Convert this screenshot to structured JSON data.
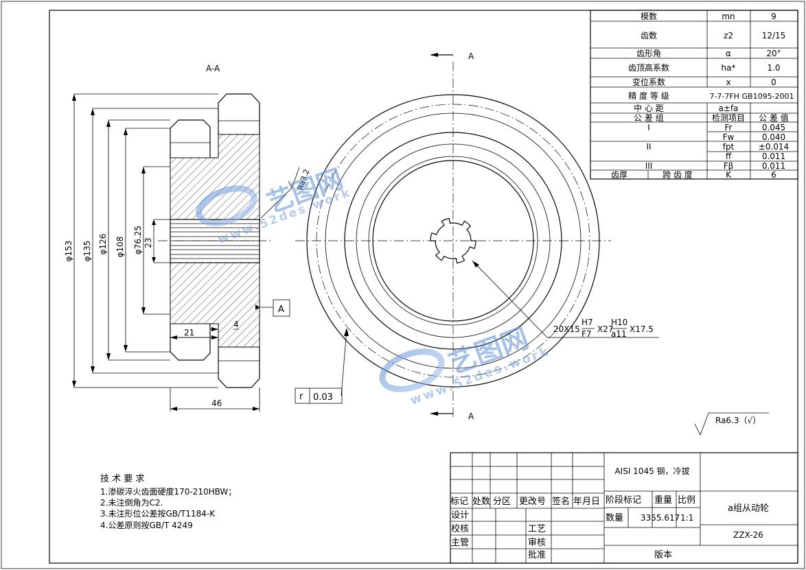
{
  "section_label": "A-A",
  "cut_marks": {
    "top": "A",
    "bottom": "A"
  },
  "datum_label": "A",
  "roughness_note": "Ra3.2",
  "general_roughness": "Ra6.3（√）",
  "runout_tolerance": {
    "symbol": "r",
    "value": "0.03"
  },
  "spline_spec": {
    "main": "20X15",
    "fit1_top": "H7",
    "fit1_bottom": "F7",
    "mid": "X27",
    "fit2_top": "H10",
    "fit2_bottom": "a11",
    "end": "X17.5"
  },
  "dimensions": {
    "d153": "φ153",
    "d135": "φ135",
    "d126": "φ126",
    "d108": "φ108",
    "d7625": "φ76.25",
    "d23": "23",
    "w46": "46",
    "w21": "21",
    "w4": "4"
  },
  "gear_table": [
    {
      "name": "模数",
      "symbol": "mn",
      "value": "9"
    },
    {
      "name": "齿数",
      "symbol": "z2",
      "value": "12/15"
    },
    {
      "name": "齿形角",
      "symbol": "α",
      "value": "20°"
    },
    {
      "name": "齿顶高系数",
      "symbol": "ha*",
      "value": "1.0"
    },
    {
      "name": "变位系数",
      "symbol": "x",
      "value": "0"
    }
  ],
  "precision": {
    "label": "精 度 等 级",
    "value": "7-7-7FH GB1095-2001"
  },
  "center_distance": {
    "label": "中  心  距",
    "symbol": "a±fa"
  },
  "tolerance_header": {
    "group": "公  差  组",
    "item": "检测项目",
    "value": "公 差 值"
  },
  "tolerance_rows": [
    {
      "group": "I",
      "item": "Fr",
      "value": "0.045"
    },
    {
      "group": "",
      "item": "Fw",
      "value": "0.040"
    },
    {
      "group": "II",
      "item": "fpt",
      "value": "±0.014"
    },
    {
      "group": "",
      "item": "ff",
      "value": "0.011"
    },
    {
      "group": "III",
      "item": "Fβ",
      "value": "0.011"
    }
  ],
  "span_row": {
    "a": "齿厚",
    "b": "跨  齿  度",
    "symbol": "K",
    "value": "6"
  },
  "tech_req": {
    "title": "技 术 要 求",
    "items": [
      "1.渗碳淬火齿面硬度170-210HBW；",
      "2.未注倒角为C2.",
      "3.未注形位公差按GB/T1184-K",
      "4.公差原则按GB/T 4249"
    ]
  },
  "title_block": {
    "material": "AISI 1045 钢，冷拔",
    "rev_headers": [
      "标记",
      "处数",
      "分区",
      "更改号",
      "签名",
      "年月日"
    ],
    "stage": "阶段标记",
    "weight": "重量",
    "scale": "比例",
    "quantity": "数量",
    "weight_value": "3355.617",
    "scale_value": "1:1",
    "design": "设计",
    "check": "校核",
    "manager": "主管",
    "process": "工艺",
    "review": "审核",
    "approve": "批准",
    "version": "版本",
    "part_name": "a组从动轮",
    "drawing_no": "ZZX-26"
  },
  "watermark": {
    "brand": "艺图网",
    "site": "www.52des.work"
  }
}
